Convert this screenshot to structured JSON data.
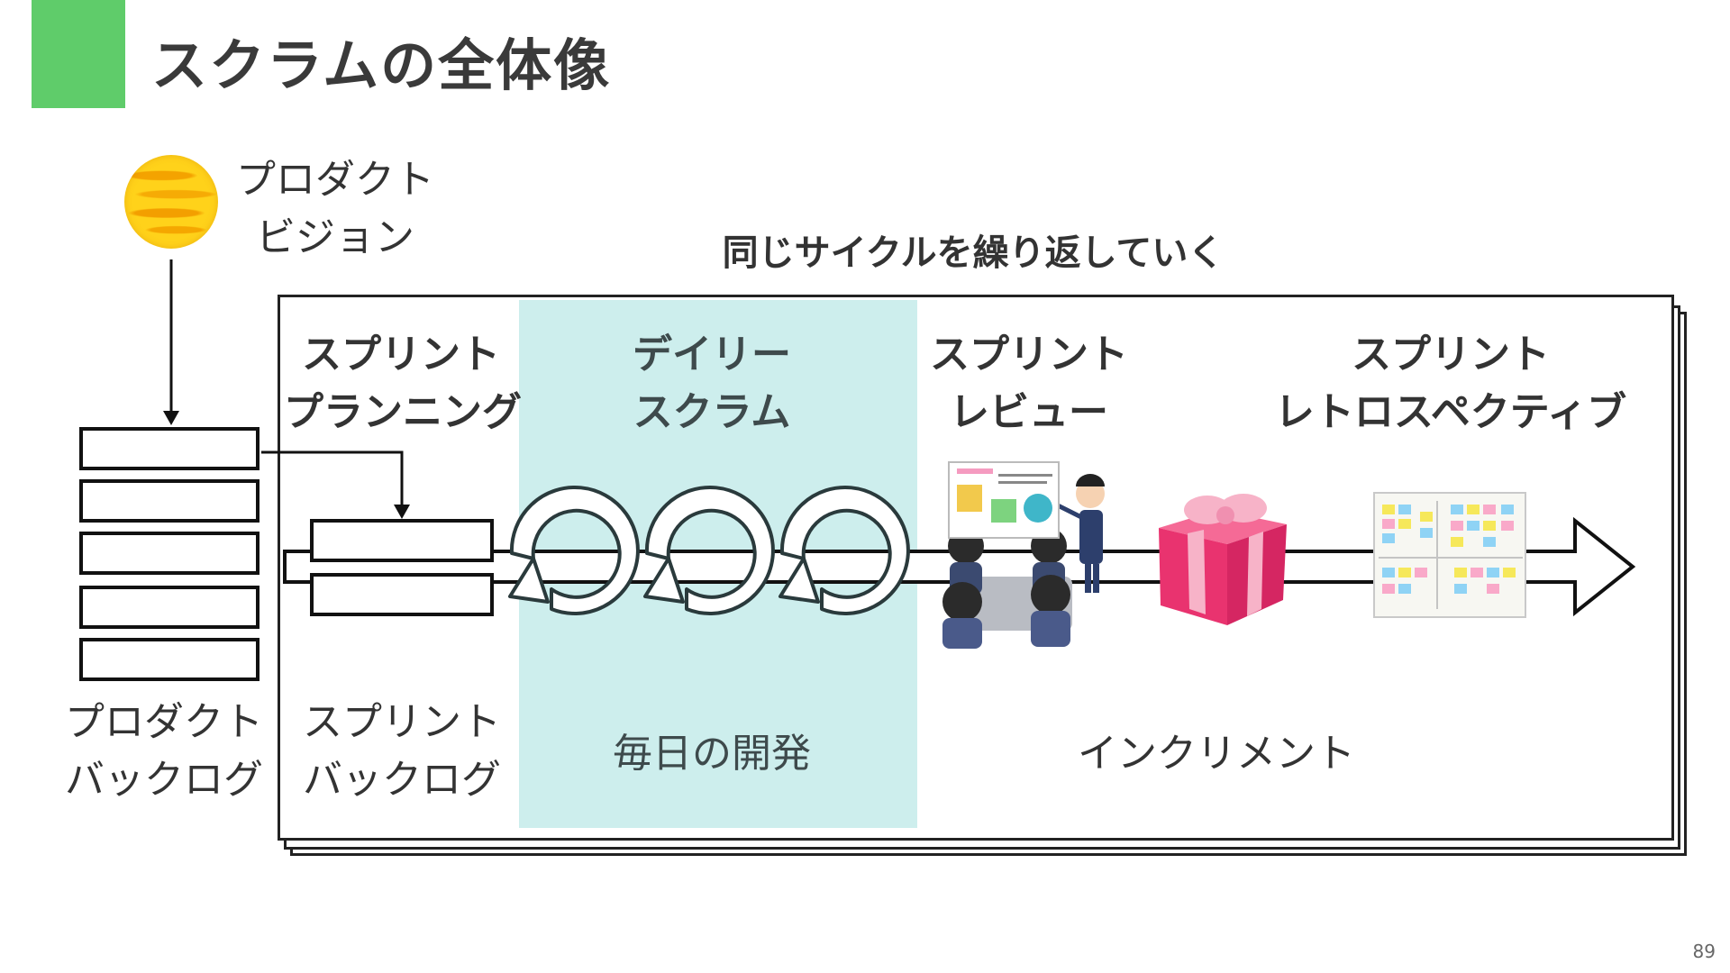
{
  "slide": {
    "title": "スクラムの全体像",
    "page_number": "89",
    "accent_color": "#5fcc6a"
  },
  "vision": {
    "line1": "プロダクト",
    "line2": "ビジョン",
    "icon": "sun-icon"
  },
  "cycle_caption": "同じサイクルを繰り返していく",
  "events": {
    "planning": {
      "line1": "スプリント",
      "line2": "プランニング"
    },
    "daily": {
      "line1": "デイリー",
      "line2": "スクラム"
    },
    "review": {
      "line1": "スプリント",
      "line2": "レビュー"
    },
    "retro": {
      "line1": "スプリント",
      "line2": "レトロスペクティブ"
    }
  },
  "artifacts": {
    "product_backlog": {
      "line1": "プロダクト",
      "line2": "バックログ"
    },
    "sprint_backlog": {
      "line1": "スプリント",
      "line2": "バックログ"
    },
    "daily_work": "毎日の開発",
    "increment": "インクリメント"
  },
  "colors": {
    "daily_band": "#cdeeed",
    "loop_fill": "#ffffff",
    "gift": "#f0417a",
    "ribbon": "#f7b3c8"
  },
  "icons": {
    "loop": "cycle-arrow-icon",
    "review": "presentation-meeting-icon",
    "gift": "gift-box-icon",
    "retro": "sticky-note-board-icon"
  }
}
